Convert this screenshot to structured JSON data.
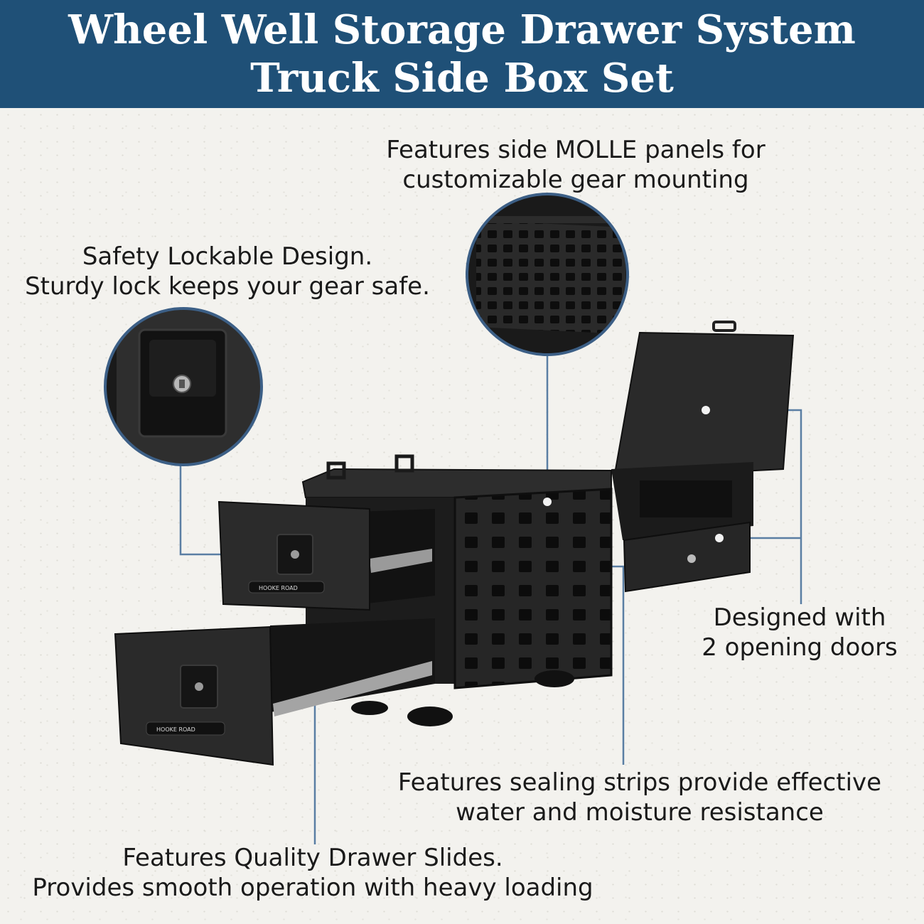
{
  "header": {
    "line1": "Wheel Well Storage Drawer System",
    "line2": "Truck Side Box Set"
  },
  "callouts": {
    "molle": [
      "Features side MOLLE panels for",
      "customizable gear mounting"
    ],
    "lock": [
      "Safety Lockable Design.",
      "Sturdy lock keeps your gear safe."
    ],
    "doors": [
      "Designed with",
      "2 opening doors"
    ],
    "sealing": [
      "Features sealing strips provide effective",
      "water and moisture resistance"
    ],
    "slides": [
      "Features Quality Drawer Slides.",
      "Provides smooth operation with heavy loading"
    ]
  },
  "product": {
    "brand": "HOOKE ROAD"
  },
  "colors": {
    "header_bg": "#1f5077",
    "leader": "#5a7ea3",
    "box": "#1e1e1e"
  }
}
